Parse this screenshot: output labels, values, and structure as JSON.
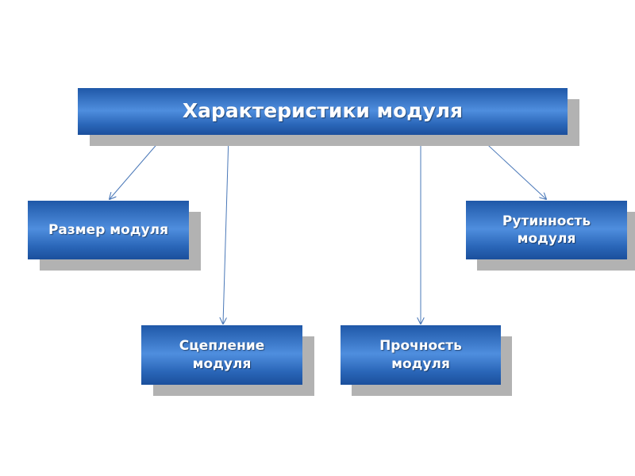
{
  "diagram": {
    "root": {
      "label": "Характеристики модуля"
    },
    "children": [
      {
        "id": "size",
        "label": "Размер модуля"
      },
      {
        "id": "routine",
        "label": "Рутинность\nмодуля"
      },
      {
        "id": "coupling",
        "label": "Сцепление\nмодуля"
      },
      {
        "id": "cohesion",
        "label": "Прочность\nмодуля"
      }
    ],
    "edges": [
      {
        "from": "root",
        "to": "size"
      },
      {
        "from": "root",
        "to": "coupling"
      },
      {
        "from": "root",
        "to": "cohesion"
      },
      {
        "from": "root",
        "to": "routine"
      }
    ]
  },
  "colors": {
    "node_fill_dark": "#1f58a8",
    "node_fill_light": "#4f8ede",
    "node_text": "#ffffff",
    "shadow": "#b2b2b2",
    "connector": "#4a78b8",
    "background": "#ffffff"
  }
}
